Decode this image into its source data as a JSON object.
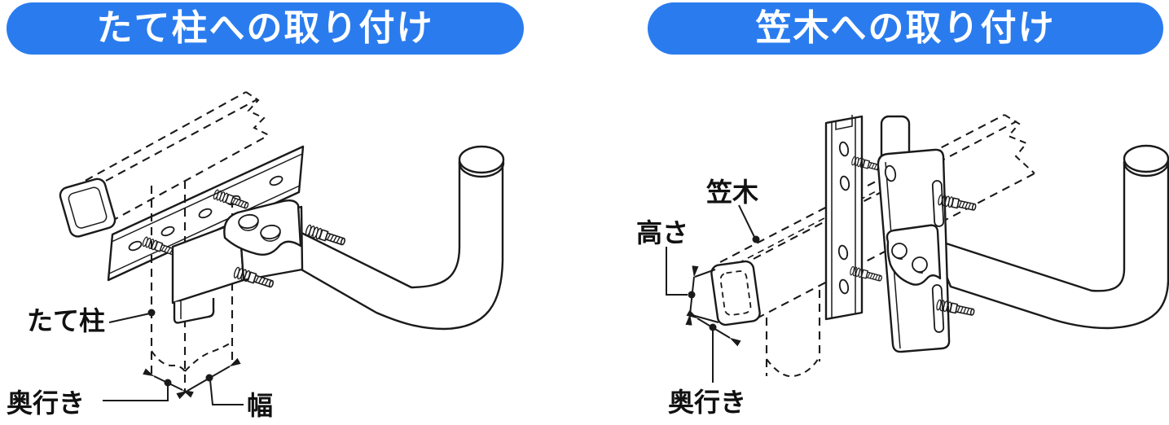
{
  "colors": {
    "header_bg": "#2a7cee",
    "header_text": "#ffffff",
    "line": "#1a1a1a",
    "background": "#ffffff"
  },
  "panels": {
    "left": {
      "header": "たて柱への取り付け",
      "part_labels": {
        "post": "たて柱",
        "depth": "奥行き",
        "width": "幅"
      }
    },
    "right": {
      "header": "笠木への取り付け",
      "part_labels": {
        "coping": "笠木",
        "height": "高さ",
        "depth": "奥行き"
      }
    }
  }
}
